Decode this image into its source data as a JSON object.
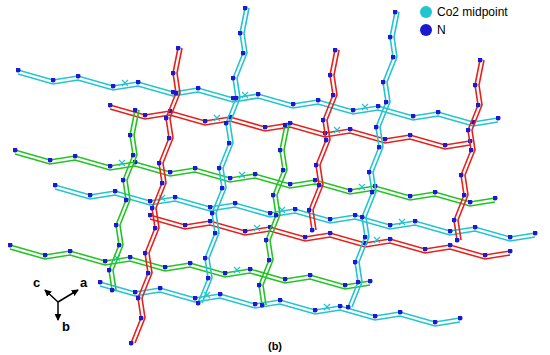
{
  "diagram": {
    "caption": "(b)",
    "labels": [
      "c",
      "a",
      "b"
    ],
    "legend": [
      {
        "text": "Co2 midpoint",
        "color": "#22c5cf"
      },
      {
        "text": "N",
        "color": "#1a1ad0"
      }
    ]
  }
}
